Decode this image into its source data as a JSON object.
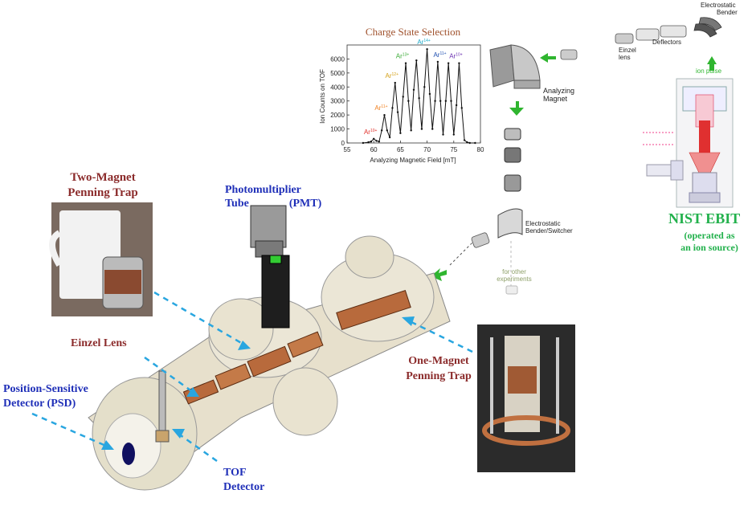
{
  "labels": {
    "two_magnet": [
      "Two-Magnet",
      "Penning Trap"
    ],
    "pmt": [
      "Photomultiplier",
      "Tube",
      "(PMT)"
    ],
    "einzel_lens": "Einzel Lens",
    "psd": [
      "Position-Sensitive",
      "Detector  (PSD)"
    ],
    "tof": [
      "TOF",
      "Detector"
    ],
    "one_magnet": [
      "One-Magnet",
      "Penning Trap"
    ],
    "analyzing_magnet": [
      "Analyzing",
      "Magnet"
    ],
    "es_switcher": [
      "Electrostatic",
      "Bender/Switcher"
    ],
    "other_exp": [
      "for other",
      "experiments"
    ],
    "einzel_small": [
      "Einzel",
      "lens"
    ],
    "deflectors": "Deflectors",
    "es_bender": [
      "Electrostatic",
      "Bender"
    ],
    "ion_pulse": "ion pulse",
    "nist_ebit": "NIST EBIT",
    "operated": [
      "(operated as",
      "an ion source)"
    ]
  },
  "chart_data": {
    "type": "line",
    "title": "Charge State Selection",
    "xlabel": "Analyzing Magnetic Field [mT]",
    "ylabel": "Ion Counts on TOF",
    "xlim": [
      55,
      80
    ],
    "ylim": [
      0,
      7000
    ],
    "xticks": [
      55,
      60,
      65,
      70,
      75,
      80
    ],
    "yticks": [
      0,
      1000,
      2000,
      3000,
      4000,
      5000,
      6000
    ],
    "series": [
      {
        "x": [
          58,
          59,
          59.5,
          60,
          60.5,
          61,
          61.5,
          62,
          62.5,
          63,
          63.5,
          64,
          64.5,
          65,
          65.5,
          66,
          66.5,
          67,
          67.5,
          68,
          68.5,
          69,
          69.5,
          70,
          70.5,
          71,
          71.5,
          72,
          72.5,
          73,
          73.5,
          74,
          74.5,
          75,
          75.5,
          76,
          76.5,
          77,
          77.5,
          78,
          79
        ],
        "y": [
          0,
          50,
          100,
          300,
          150,
          100,
          900,
          2000,
          900,
          400,
          2500,
          4300,
          2200,
          700,
          3300,
          5700,
          3000,
          900,
          3800,
          5900,
          3200,
          1000,
          4000,
          6700,
          3500,
          1000,
          3000,
          5800,
          3000,
          600,
          3000,
          5700,
          3000,
          600,
          2700,
          5700,
          2500,
          200,
          50,
          0,
          0
        ]
      }
    ],
    "annotations": [
      {
        "text": "Ar",
        "sup": "10+",
        "x": 60,
        "color": "#e0302a"
      },
      {
        "text": "Ar",
        "sup": "11+",
        "x": 62,
        "color": "#f08020"
      },
      {
        "text": "Ar",
        "sup": "12+",
        "x": 64,
        "color": "#d4a017"
      },
      {
        "text": "Ar",
        "sup": "13+",
        "x": 66,
        "color": "#3aaa35"
      },
      {
        "text": "Ar",
        "sup": "14+",
        "x": 70,
        "color": "#19a8c8"
      },
      {
        "text": "Ar",
        "sup": "11+",
        "x": 73,
        "color": "#1f4fb0"
      },
      {
        "text": "Ar",
        "sup": "10+",
        "x": 76,
        "color": "#6a2fb0"
      }
    ]
  },
  "colors": {
    "label_red": "#8b2b2b",
    "label_blue": "#1f2fb8",
    "arrow_blue": "#29a6e0",
    "arrow_green": "#2fb52f",
    "nist_green": "#22b14c"
  }
}
